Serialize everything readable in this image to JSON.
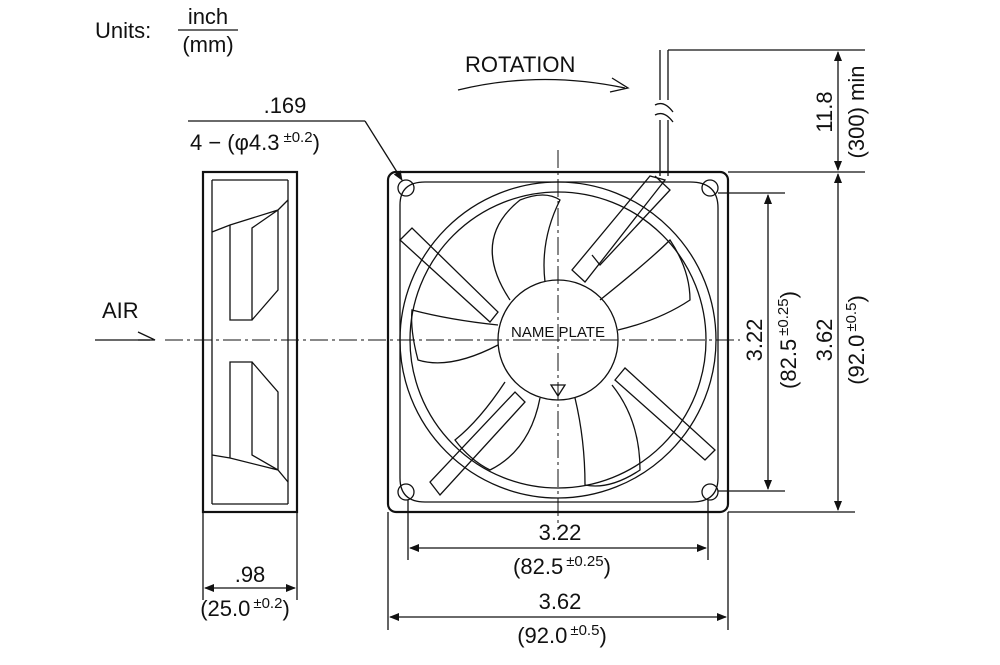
{
  "units": {
    "label": "Units:",
    "numerator": "inch",
    "denominator": "(mm)"
  },
  "holes": {
    "inch": ".169",
    "prefix": "4 − (φ4.3",
    "tol": "±0.2",
    "suffix": ")"
  },
  "rotation": {
    "label": "ROTATION"
  },
  "air": {
    "label": "AIR"
  },
  "hub": {
    "label": "NAME PLATE"
  },
  "lead": {
    "inch": "11.8",
    "mm": "(300) min"
  },
  "vertical_pitch": {
    "inch": "3.22",
    "mm_open": "(82.5",
    "tol": "±0.25",
    "mm_close": ")"
  },
  "vertical_size": {
    "inch": "3.62",
    "mm_open": "(92.0",
    "tol": "±0.5",
    "mm_close": ")"
  },
  "horizontal_pitch": {
    "inch": "3.22",
    "mm_open": "(82.5",
    "tol": "±0.25",
    "mm_close": ")"
  },
  "horizontal_size": {
    "inch": "3.62",
    "mm_open": "(92.0",
    "tol": "±0.5",
    "mm_close": ")"
  },
  "depth": {
    "inch": ".98",
    "mm_open": "(25.0",
    "tol": "±0.2",
    "mm_close": ")"
  }
}
